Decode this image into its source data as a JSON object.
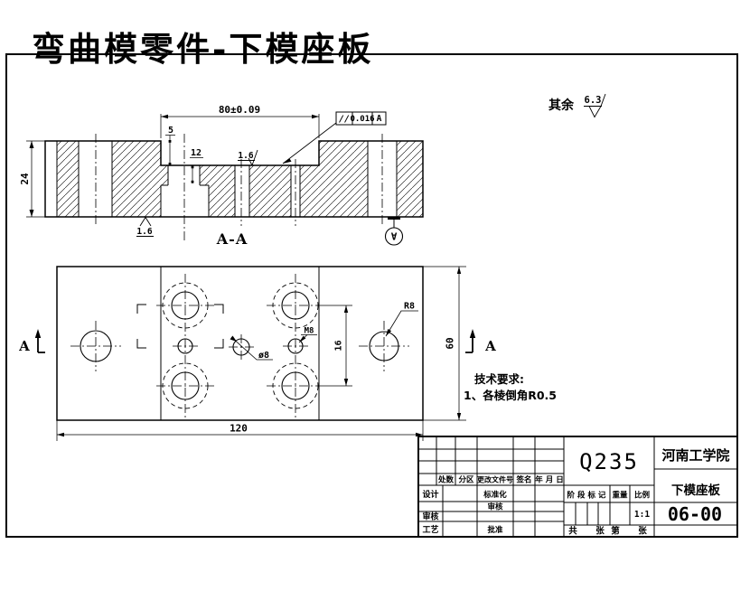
{
  "title": "弯曲模零件-下模座板",
  "colors": {
    "title_red": "#ff0000",
    "line": "#000000",
    "paper": "#ffffff"
  },
  "general_roughness": {
    "prefix": "其余",
    "value": "6.3"
  },
  "section_view": {
    "label": "A-A",
    "dim_width_top": "80±0.09",
    "dim_thickness": "24",
    "dim_step_depth": "5",
    "dim_step_height": "12",
    "roughness_top": "1.6",
    "roughness_bottom": "1.6",
    "tolerance": {
      "symbol": "//",
      "value": "0.016",
      "datum": "A"
    },
    "datum_label": "A"
  },
  "plan_view": {
    "section_marker_left": "A",
    "section_marker_right": "A",
    "dim_length": "120",
    "dim_width": "60",
    "dim_pitch": "16",
    "hole_label": "ø8",
    "thread_label": "M8",
    "radius_label": "R8"
  },
  "tech_requirements": {
    "heading": "技术要求:",
    "item_1": "1、各棱倒角R0.5"
  },
  "title_block": {
    "material": "Q235",
    "company": "河南工学院",
    "part_name": "下模座板",
    "drawing_number": "06-00",
    "scale_value": "1:1",
    "col_headers": {
      "quantity": "处数",
      "zone": "分区",
      "doc_no": "更改文件号",
      "signature": "签名",
      "date": "年 月 日"
    },
    "rows": {
      "design": "设计",
      "check": "审核",
      "process": "工艺",
      "standardization": "标准化",
      "review": "审核",
      "approve": "批准"
    },
    "stage_header": "阶 段 标 记",
    "weight_header": "重量",
    "scale_header": "比例",
    "sheet": {
      "total_label": "共",
      "sheet_label": "张",
      "no_label": "第",
      "sheet_label2": "张"
    }
  }
}
